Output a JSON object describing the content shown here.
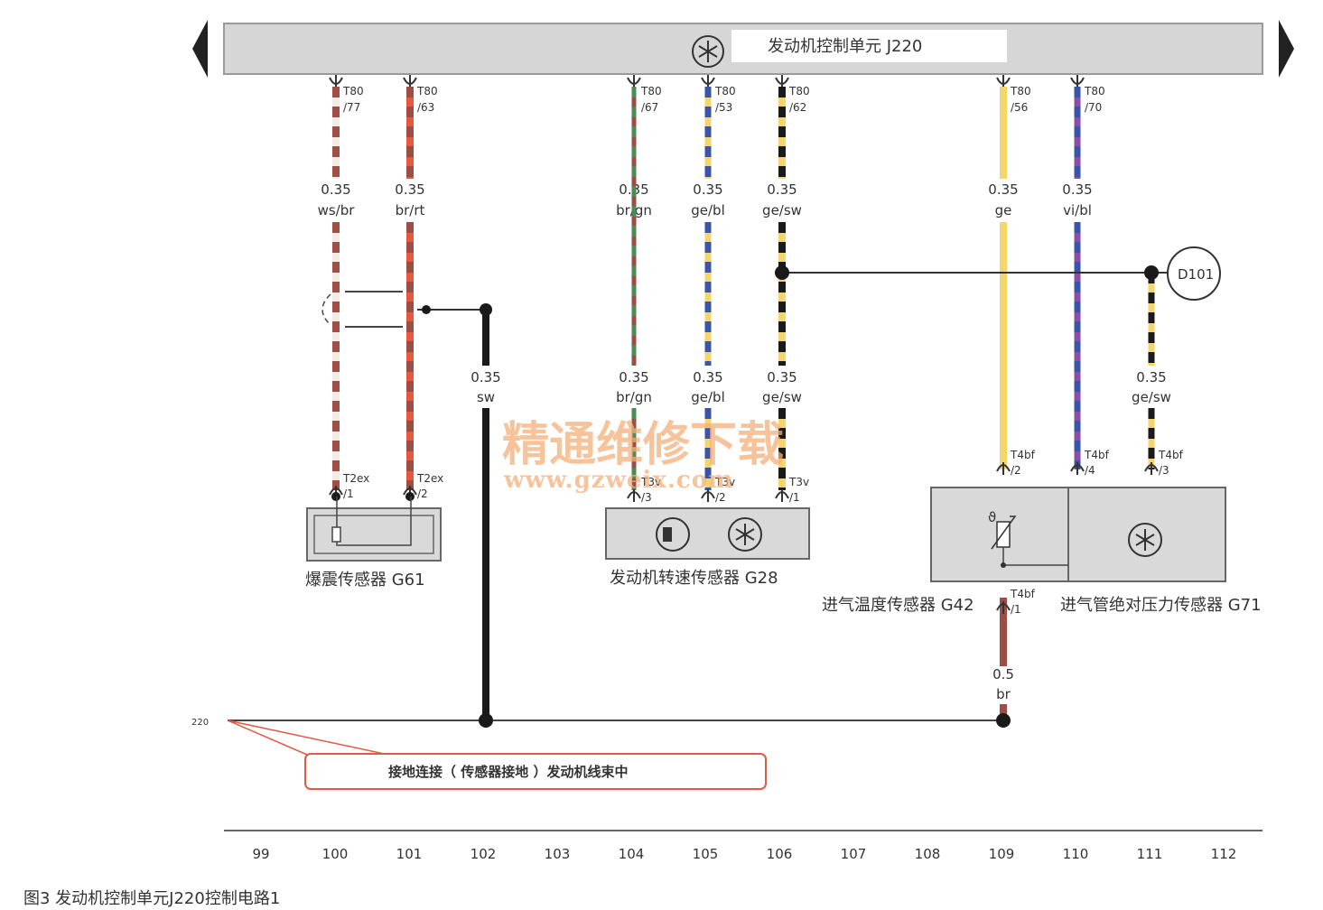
{
  "ecu": {
    "label": "发动机控制单元 J220"
  },
  "colors": {
    "ws_br": [
      "#f2ece4",
      "#a24e48"
    ],
    "br_rt": [
      "#e8573f",
      "#9b4e45"
    ],
    "br_gn": [
      "#9b4e45",
      "#4e8a55"
    ],
    "ge_bl": [
      "#f5d56e",
      "#3a55a8"
    ],
    "ge_sw": [
      "#f5d56e",
      "#1a1a1a"
    ],
    "ge": "#f5d56e",
    "vi_bl": [
      "#8a4ea5",
      "#3a55a8"
    ],
    "sw": "#1a1a1a",
    "br": "#9b4e45",
    "bus_fill": "#d6d6d6",
    "box_fill": "#d9d9d9",
    "ground_box_border": "#e05a4a",
    "watermark": "#f5b07a"
  },
  "wires": [
    {
      "id": "w100",
      "pin_top": "T80\n/77",
      "size": "0.35",
      "color_code": "ws/br"
    },
    {
      "id": "w101",
      "pin_top": "T80\n/63",
      "size": "0.35",
      "color_code": "br/rt"
    },
    {
      "id": "w104",
      "pin_top": "T80\n/67",
      "size": "0.35",
      "color_code": "br/gn"
    },
    {
      "id": "w105",
      "pin_top": "T80\n/53",
      "size": "0.35",
      "color_code": "ge/bl"
    },
    {
      "id": "w106",
      "pin_top": "T80\n/62",
      "size": "0.35",
      "color_code": "ge/sw"
    },
    {
      "id": "w109",
      "pin_top": "T80\n/56",
      "size": "0.35",
      "color_code": "ge"
    },
    {
      "id": "w110",
      "pin_top": "T80\n/70",
      "size": "0.35",
      "color_code": "vi/bl"
    }
  ],
  "wire_labels_lower": [
    {
      "size": "0.35",
      "code": "sw"
    },
    {
      "size": "0.35",
      "code": "br/gn"
    },
    {
      "size": "0.35",
      "code": "ge/bl"
    },
    {
      "size": "0.35",
      "code": "ge/sw"
    },
    {
      "size": "0.35",
      "code": "ge/sw"
    },
    {
      "size": "0.5",
      "code": "br"
    }
  ],
  "connectors_bottom": [
    {
      "line1": "T2ex",
      "line2": "/1"
    },
    {
      "line1": "T2ex",
      "line2": "/2"
    },
    {
      "line1": "T3v",
      "line2": "/3"
    },
    {
      "line1": "T3v",
      "line2": "/2"
    },
    {
      "line1": "T3v",
      "line2": "/1"
    },
    {
      "line1": "T4bf",
      "line2": "/2"
    },
    {
      "line1": "T4bf",
      "line2": "/4"
    },
    {
      "line1": "T4bf",
      "line2": "/3"
    },
    {
      "line1": "T4bf",
      "line2": "/1"
    }
  ],
  "components": {
    "g61": "爆震传感器 G61",
    "g28": "发动机转速传感器 G28",
    "g42": "进气温度传感器 G42",
    "g71": "进气管绝对压力传感器 G71",
    "g42_symbol": "ϑ"
  },
  "junction": "D101",
  "ground": {
    "ref": "220",
    "label": "接地连接（ 传感器接地 ）发动机线束中"
  },
  "watermark": {
    "title": "精通维修下载",
    "url": "www.gzweix.com"
  },
  "ruler": [
    "99",
    "100",
    "101",
    "102",
    "103",
    "104",
    "105",
    "106",
    "107",
    "108",
    "109",
    "110",
    "111",
    "112"
  ],
  "caption": "图3    发动机控制单元J220控制电路1"
}
